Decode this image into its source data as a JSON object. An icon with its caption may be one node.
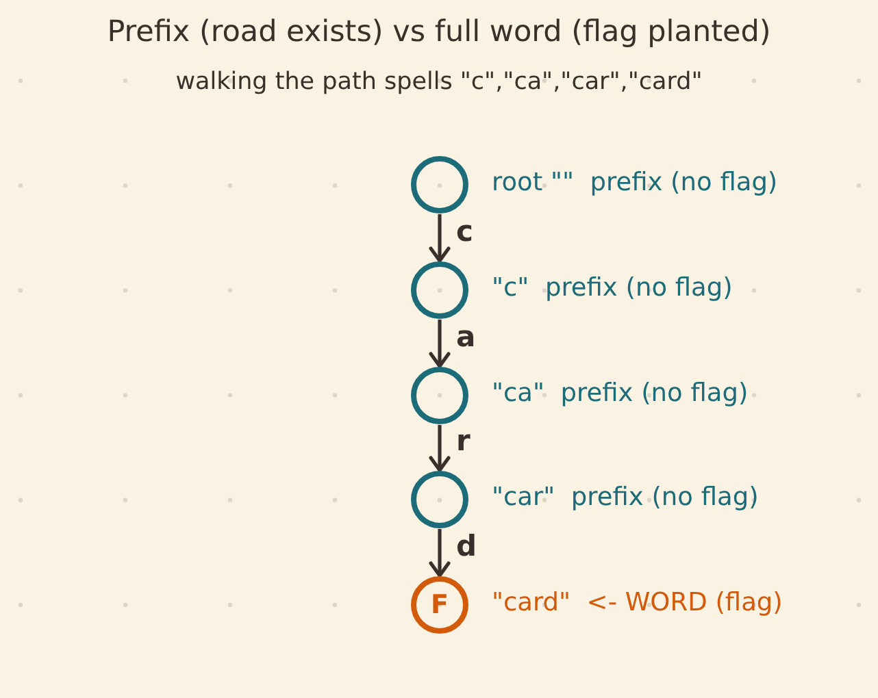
{
  "diagram": {
    "title": "Prefix (road exists) vs full word (flag planted)",
    "nodes": [
      {
        "text": [],
        "shape": "circle",
        "beside": [
          "root \"\"  prefix (no flag)"
        ]
      },
      {
        "text": [],
        "shape": "circle",
        "beside": [
          "\"c\"  prefix (no flag)"
        ]
      },
      {
        "text": [],
        "shape": "circle",
        "beside": [
          "\"ca\"  prefix (no flag)"
        ]
      },
      {
        "text": [],
        "shape": "circle",
        "beside": [
          "\"car\"  prefix (no flag)"
        ]
      },
      {
        "text": [
          "F"
        ],
        "beside": [
          "\"card\"  <- WORD (flag)"
        ]
      }
    ],
    "edges": [
      {
        "from": 0,
        "to": 1,
        "arrow": "to",
        "label": "c"
      },
      {
        "from": 1,
        "to": 2,
        "arrow": "to",
        "label": "a"
      },
      {
        "from": 2,
        "to": 3,
        "arrow": "to",
        "label": "r"
      },
      {
        "from": 3,
        "to": 4,
        "arrow": "to",
        "label": "d"
      }
    ],
    "labels": [
      "walking the path spells \"c\",\"ca\",\"car\",\"card\""
    ]
  }
}
